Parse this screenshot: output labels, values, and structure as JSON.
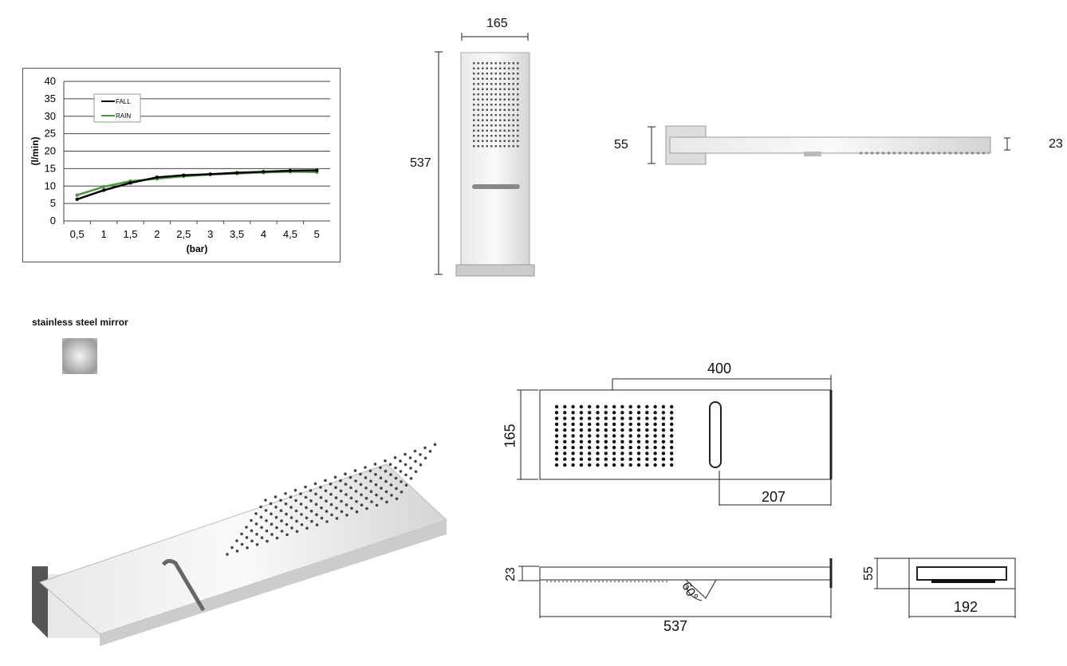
{
  "chart_data": {
    "type": "line",
    "x": [
      "0,5",
      "1",
      "1,5",
      "2",
      "2,5",
      "3",
      "3,5",
      "4",
      "4,5",
      "5"
    ],
    "series": [
      {
        "name": "FALL",
        "color": "#000000",
        "values": [
          6.2,
          8.8,
          10.9,
          12.5,
          13.1,
          13.4,
          13.8,
          14.1,
          14.4,
          14.5
        ]
      },
      {
        "name": "RAIN",
        "color": "#4a9a3f",
        "values": [
          7.4,
          9.8,
          11.4,
          12.1,
          12.8,
          13.3,
          13.6,
          13.9,
          14.1,
          14.0
        ]
      }
    ],
    "xlabel": "(bar)",
    "ylabel": "(l/min)",
    "ylim": [
      0,
      40
    ],
    "yticks": [
      "0",
      "5",
      "10",
      "15",
      "20",
      "25",
      "30",
      "35",
      "40"
    ],
    "grid": true,
    "legend": "top-left"
  },
  "finish": {
    "label": "stainless steel mirror"
  },
  "dimensions": {
    "front_width": "165",
    "front_height": "537",
    "side_height": "55",
    "side_thickness": "23",
    "top_length_to_edge": "400",
    "top_width": "165",
    "top_offset": "207",
    "bottom_thickness": "23",
    "bottom_angle": "60°",
    "bottom_length": "537",
    "end_height": "55",
    "end_width": "192"
  }
}
